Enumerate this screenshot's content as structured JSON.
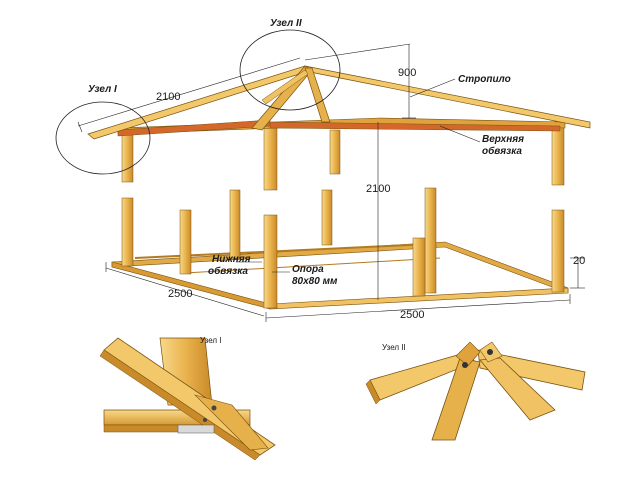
{
  "labels": {
    "node1": "Узел I",
    "node2": "Узел II",
    "rafter": "Стропило",
    "top_frame_1": "Верхняя",
    "top_frame_2": "обвязка",
    "bottom_frame_1": "Нижняя",
    "bottom_frame_2": "обвязка",
    "post_1": "Опора",
    "post_2": "80x80 мм",
    "detail1": "Узел I",
    "detail2": "Узел II"
  },
  "dimensions": {
    "rafter_len": "2100",
    "ridge_height": "900",
    "post_height": "2100",
    "width_left": "2500",
    "width_front": "2500",
    "base_gap": "20"
  },
  "colors": {
    "wood_light": "#f2c86a",
    "wood_mid": "#e0a63a",
    "wood_dark": "#b8771e",
    "wood_red": "#d4682a",
    "line": "#222222"
  }
}
